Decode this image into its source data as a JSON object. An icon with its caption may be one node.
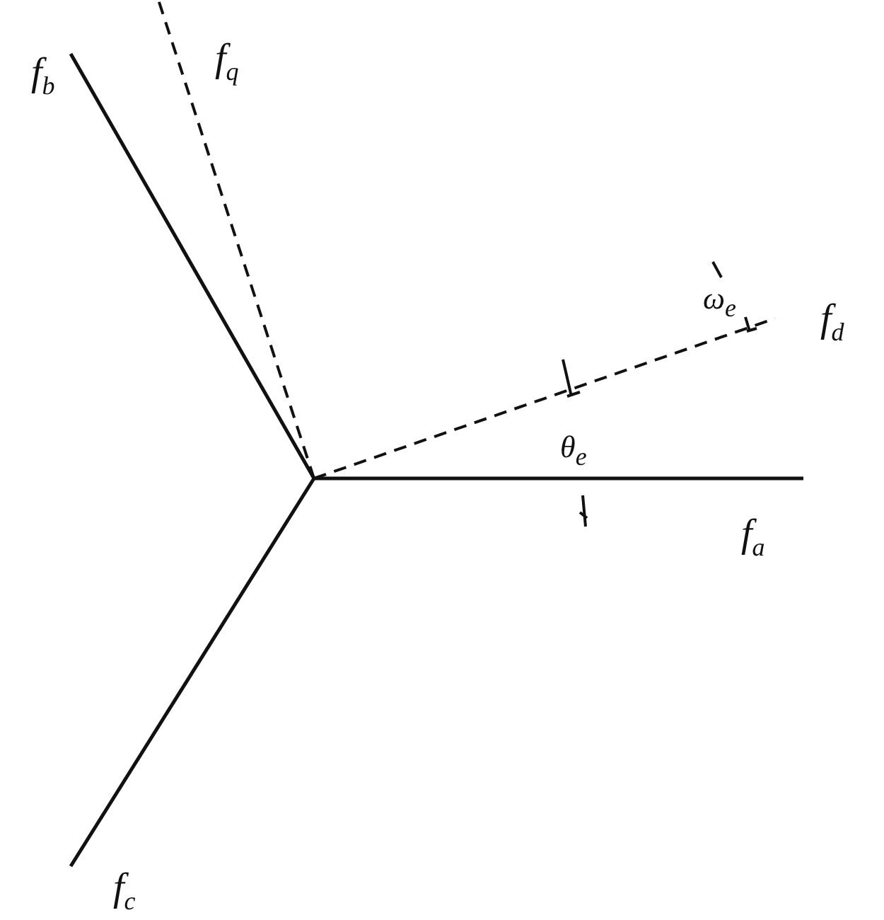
{
  "diagram": {
    "labels": [
      "f$_{b}$",
      "f$_{q}$",
      "ω$_{e}$",
      "f$_{d}$",
      "θ$_{e}$",
      "f$_{a}$",
      "f$_{c}$"
    ]
  }
}
